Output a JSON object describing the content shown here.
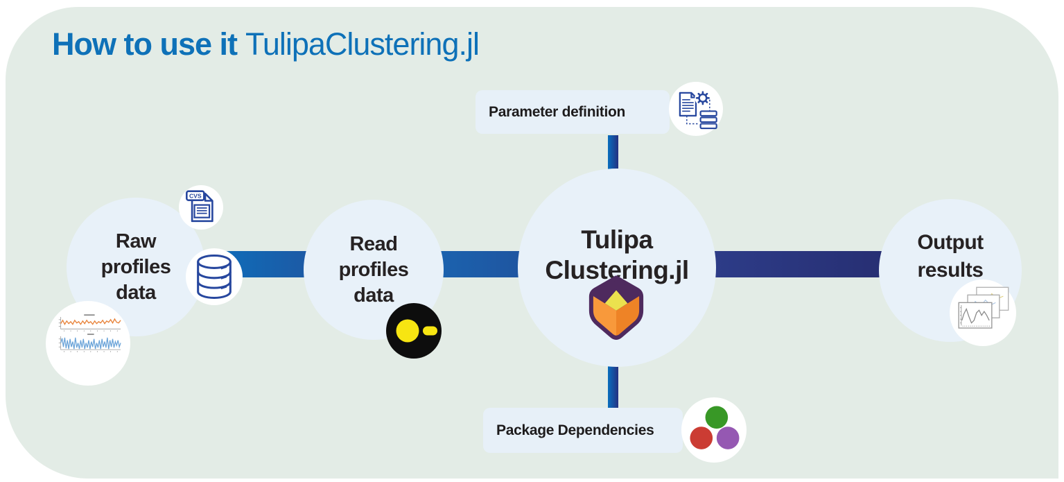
{
  "title": {
    "bold": "How to use it",
    "regular": "TulipaClustering.jl"
  },
  "colors": {
    "bg-card": "#e3ece6",
    "title-blue": "#0e71b8",
    "node-blue": "#e8f1f9",
    "text-dark": "#262223",
    "icon-blue": "#27479e",
    "bar-bright": "#0b6fbe",
    "bar-mid": "#1f5da8",
    "bar-navy": "#283381",
    "julia-green": "#389826",
    "julia-red": "#cb3c33",
    "julia-purple": "#9558b2",
    "duckdb-yellow": "#f7e512",
    "tulipa-purple": "#4e2a5e",
    "tulipa-orange-light": "#f8993b",
    "tulipa-orange-dark": "#ee8326",
    "tulipa-yellow": "#ebe24e"
  },
  "nodes": {
    "raw": {
      "line1": "Raw",
      "line2": "profiles",
      "line3": "data"
    },
    "read": {
      "line1": "Read",
      "line2": "profiles",
      "line3": "data"
    },
    "center": {
      "line1": "Tulipa",
      "line2": "Clustering.jl"
    },
    "output": {
      "line1": "Output",
      "line2": "results"
    }
  },
  "labels": {
    "parameter": "Parameter definition",
    "dependencies": "Package Dependencies"
  },
  "icons": {
    "csv_file_label": "CVS"
  }
}
